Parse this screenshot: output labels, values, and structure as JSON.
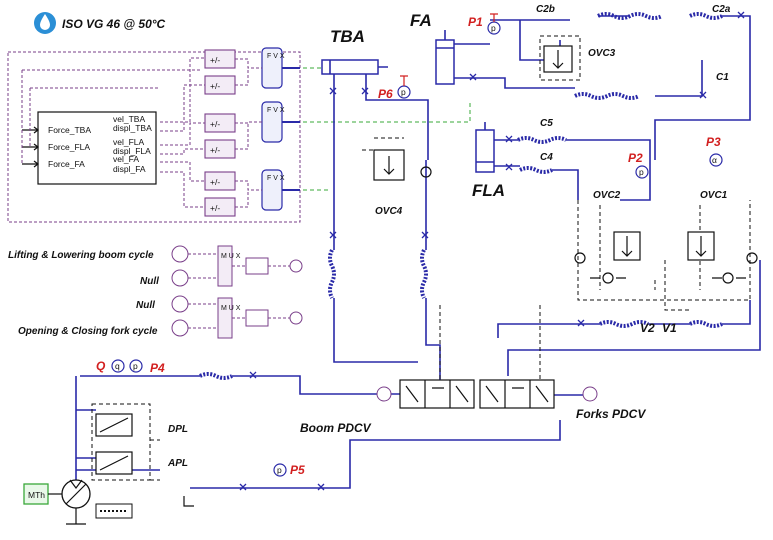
{
  "fluid": {
    "label": "ISO VG 46 @ 50°C",
    "color": "#2b8fd6"
  },
  "components": {
    "tba": "TBA",
    "fa": "FA",
    "fla": "FLA",
    "boom_pdcv": "Boom PDCV",
    "forks_pdcv": "Forks PDCV",
    "ovc1": "OVC1",
    "ovc2": "OVC2",
    "ovc3": "OVC3",
    "ovc4": "OVC4",
    "dpl": "DPL",
    "apl": "APL",
    "v2": "V2",
    "v1": "V1",
    "mth": "MTh"
  },
  "lines": {
    "c1": "C1",
    "c2a": "C2a",
    "c2b": "C2b",
    "c4": "C4",
    "c5": "C5"
  },
  "sensors": {
    "p1": "P1",
    "p2": "P2",
    "p3": "P3",
    "p4": "P4",
    "p5": "P5",
    "p6": "P6",
    "q": "Q"
  },
  "model_block": {
    "inputs": [
      "Force_TBA",
      "Force_FLA",
      "Force_FA"
    ],
    "outputs": [
      "vel_TBA",
      "displ_TBA",
      "vel_FLA",
      "displ_FLA",
      "vel_FA",
      "displ_FA"
    ]
  },
  "summers": [
    "+/-",
    "+/-",
    "+/-",
    "+/-",
    "+/-",
    "+/-"
  ],
  "fvx": [
    "F V X",
    "F V X",
    "F V X"
  ],
  "cycles": {
    "lifting": "Lifting & Lowering boom cycle",
    "null1": "Null",
    "null2": "Null",
    "opening": "Opening & Closing fork cycle"
  },
  "mux": [
    "M U X",
    "M U X"
  ],
  "sensor_symbols": {
    "pressure": "p",
    "flow": "q",
    "angle": "α"
  }
}
